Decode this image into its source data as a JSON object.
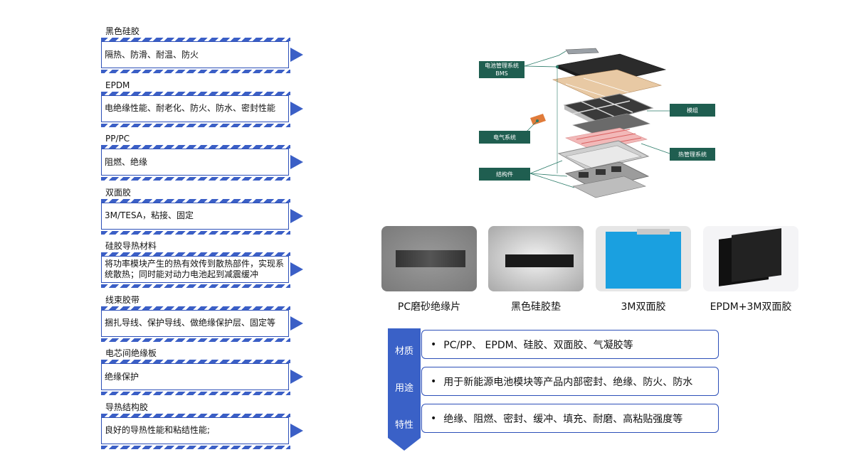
{
  "materials": [
    {
      "title": "黑色硅胶",
      "desc": "隔热、防滑、耐温、防火"
    },
    {
      "title": "EPDM",
      "desc": "电绝缘性能、耐老化、防火、防水、密封性能"
    },
    {
      "title": "PP/PC",
      "desc": "阻燃、绝缘"
    },
    {
      "title": "双面胶",
      "desc": "3M/TESA，粘接、固定"
    },
    {
      "title": "硅胶导热材料",
      "desc": "将功率模块产生的热有效传到散热部件，实现系统散热；同时能对动力电池起到减震缓冲"
    },
    {
      "title": "线束胶带",
      "desc": "捆扎导线、保护导线、做绝缘保护层、固定等"
    },
    {
      "title": "电芯间绝缘板",
      "desc": "绝缘保护"
    },
    {
      "title": "导热结构胶",
      "desc": "良好的导热性能和粘结性能;"
    }
  ],
  "diagram": {
    "labels": {
      "bms_line1": "电池管理系统",
      "bms_line2": "BMS",
      "module": "模组",
      "electrical": "电气系统",
      "thermal": "热管理系统",
      "structure": "结构件"
    }
  },
  "products": [
    {
      "label": "PC磨砂绝缘片"
    },
    {
      "label": "黑色硅胶垫"
    },
    {
      "label": "3M双面胶"
    },
    {
      "label": "EPDM+3M双面胶"
    }
  ],
  "info": [
    {
      "key": "材质",
      "value": "PC/PP、 EPDM、硅胶、双面胶、气凝胶等"
    },
    {
      "key": "用途",
      "value": "用于新能源电池模块等产品内部密封、绝缘、防火、防水"
    },
    {
      "key": "特性",
      "value": "绝缘、阻燃、密封、缓冲、填充、耐磨、高粘贴强度等"
    }
  ],
  "bullet": "•",
  "colors": {
    "accent": "#3b5fc6",
    "label_bg": "#1f5e50"
  }
}
